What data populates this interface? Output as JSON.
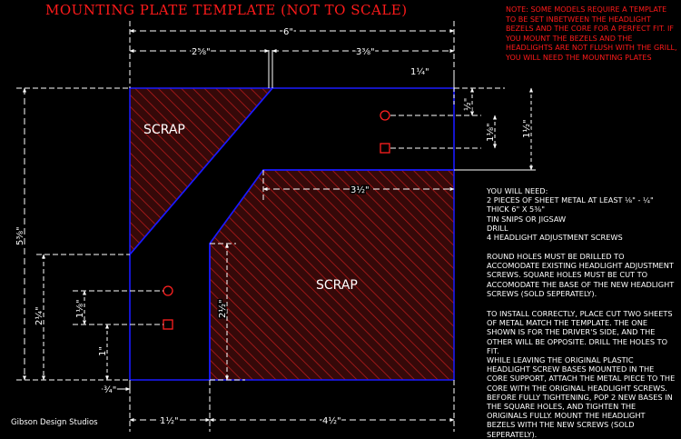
{
  "title": "MOUNTING PLATE TEMPLATE (NOT TO SCALE)",
  "note": "NOTE: SOME MODELS REQUIRE A TEMPLATE TO BE SET INBETWEEN THE HEADLIGHT BEZELS AND THE CORE FOR A PERFECT FIT. IF YOU MOUNT THE BEZELS AND THE HEADLIGHTS ARE NOT FLUSH WITH THE GRILL, YOU WILL NEED THE MOUNTING PLATES",
  "scrap_labels": [
    "SCRAP",
    "SCRAP"
  ],
  "dimensions": {
    "overall_width": "6\"",
    "top_left_offset": "2⅝\"",
    "top_right_width": "3⅜\"",
    "right_step": "1¼\"",
    "right_hole_vertical": "½\"",
    "right_hole_spacing": "1⅛\"",
    "right_upper_height": "1½\"",
    "middle_width": "3½\"",
    "overall_height": "5⅜\"",
    "left_section_height": "2¼\"",
    "left_hole_spacing": "1⅛\"",
    "left_lower_hole": "1\"",
    "left_bottom": "¾\"",
    "lower_inner_height": "2½\"",
    "bottom_left_width": "1½\"",
    "bottom_right_width": "4½\""
  },
  "supplies": {
    "heading": "YOU WILL NEED:",
    "items": [
      "2 PIECES OF SHEET METAL AT LEAST ⅛\" - ¼\"",
      "THICK 6\" X 5⅜\"",
      "TIN SNIPS OR JIGSAW",
      "DRILL",
      "4 HEADLIGHT ADJUSTMENT SCREWS"
    ]
  },
  "holes_text": "ROUND HOLES MUST BE DRILLED TO ACCOMODATE EXISTING HEADLIGHT ADJUSTMENT SCREWS. SQUARE HOLES MUST BE CUT TO ACCOMODATE THE BASE OF THE NEW HEADLIGHT SCREWS (SOLD SEPERATELY).",
  "install_text_1": "TO INSTALL CORRECTLY, PLACE CUT TWO SHEETS OF METAL MATCH THE TEMPLATE. THE ONE SHOWN IS FOR THE DRIVER'S SIDE, AND THE OTHER WILL BE OPPOSITE. DRILL THE HOLES TO FIT.",
  "install_text_2": "WHILE LEAVING THE ORIGINAL PLASTIC HEADLIGHT SCREW BASES MOUNTED IN THE CORE SUPPORT, ATTACH THE METAL PIECE TO THE CORE WITH THE ORIGINAL HEADLIGHT SCREWS. BEFORE FULLY TIGHTENING, POP 2 NEW BASES IN THE SQUARE HOLES, AND TIGHTEN THE ORIGINALS FULLY. MOUNT THE HEADLIGHT BEZELS WITH THE NEW SCREWS (SOLD SEPERATELY).",
  "credit": "Gibson Design Studios",
  "colors": {
    "background": "#000000",
    "outline": "#1a1aff",
    "hatch": "#b01818",
    "fill": "#3a0a0a",
    "dimension": "#ffffff",
    "accent_text": "#ff1a1a"
  }
}
